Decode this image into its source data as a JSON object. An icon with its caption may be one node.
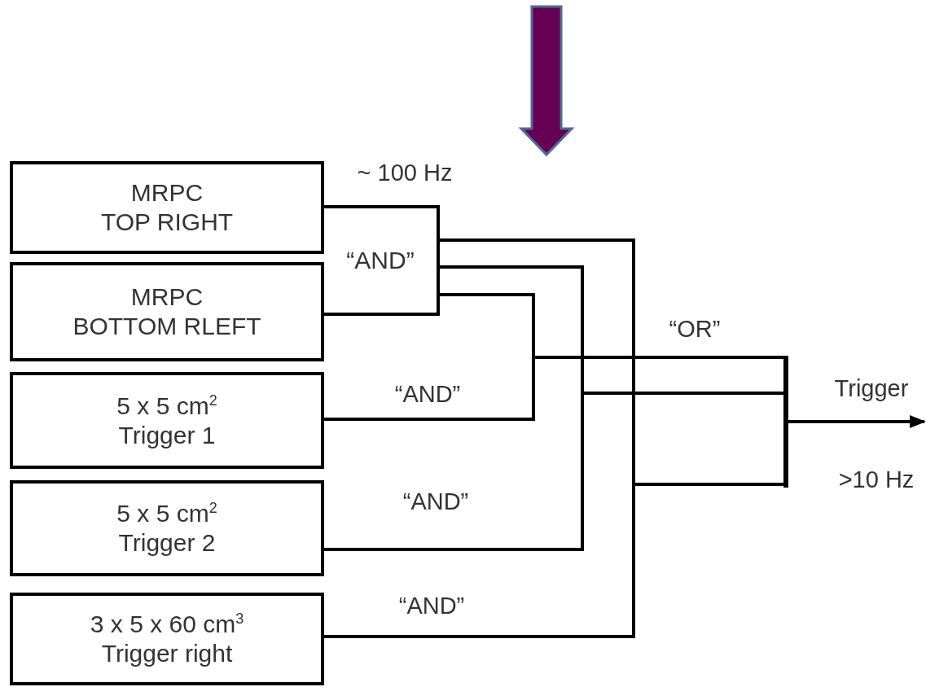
{
  "diagram": {
    "nodes": [
      {
        "text": [
          "MRPC",
          "TOP RIGHT"
        ]
      },
      {
        "text": [
          "MRPC",
          "BOTTOM RLEFT"
        ]
      },
      {
        "text": [
          "5 x 5 cm$^{2}$",
          "Trigger 1"
        ]
      },
      {
        "text": [
          "5 x 5 cm$^{2}$",
          "Trigger 2"
        ]
      },
      {
        "text": [
          "3 x 5 x 60 cm$^{3}$",
          "Trigger right"
        ]
      },
      {
        "text": [
          "“AND”"
        ]
      },
      {
        "text": [],
        "shape": "bar"
      }
    ],
    "edges": [
      {
        "from": 0,
        "to": 5,
        "arrow": "none"
      },
      {
        "from": 1,
        "to": 5,
        "arrow": "none"
      },
      {
        "from": 5,
        "to": 6,
        "arrow": "none",
        "label": "“OR”"
      },
      {
        "from": 2,
        "to": 6,
        "arrow": "none",
        "label": "“AND”"
      },
      {
        "from": 5,
        "to": 6,
        "arrow": "none"
      },
      {
        "from": 3,
        "to": 6,
        "arrow": "none",
        "label": "“AND”"
      },
      {
        "from": 5,
        "to": 6,
        "arrow": "none"
      },
      {
        "from": 4,
        "to": 6,
        "arrow": "none",
        "label": "“AND”"
      },
      {
        "from": 6,
        "to": null,
        "arrow": "to",
        "label": "Trigger"
      }
    ],
    "labels": [
      "~ 100 Hz",
      ">10 Hz"
    ]
  }
}
